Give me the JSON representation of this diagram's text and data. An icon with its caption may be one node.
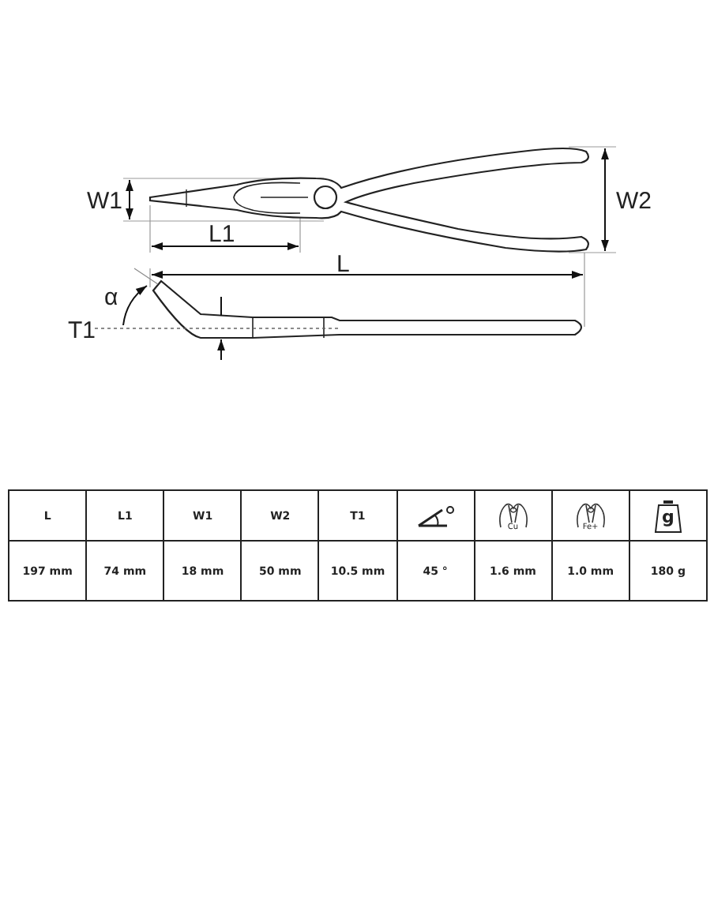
{
  "diagram": {
    "labels": [
      "W1",
      "W2",
      "L1",
      "L",
      "α",
      "T1",
      "L",
      "L1",
      "W1",
      "W2",
      "T1",
      "Cu",
      "Fe+",
      "g",
      "197 mm",
      "74 mm",
      "18 mm",
      "50 mm",
      "10.5 mm",
      "45 °",
      "1.6 mm",
      "1.0 mm",
      "180 g"
    ]
  }
}
